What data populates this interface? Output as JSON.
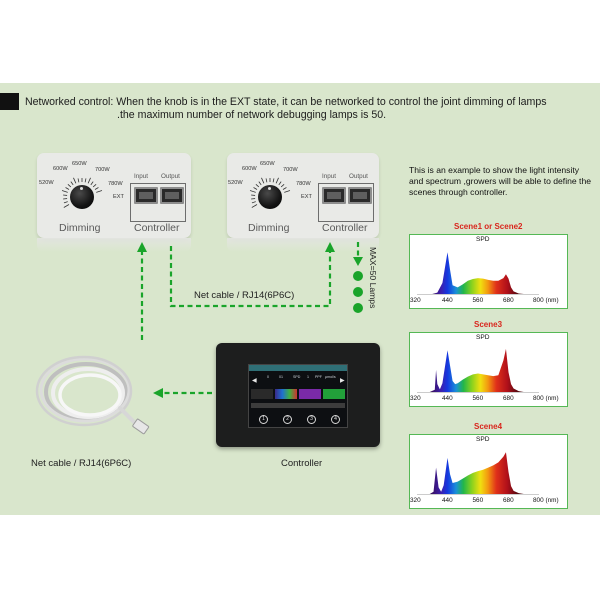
{
  "header": {
    "line1": "Networked control: When the knob is in the EXT state, it can be networked to control the joint dimming of lamps",
    "line2": ".the maximum number of network debugging lamps is 50."
  },
  "panel": {
    "ticks": [
      "520W",
      "600W",
      "650W",
      "700W",
      "780W",
      "EXT"
    ],
    "dimming": "Dimming",
    "input": "Input",
    "output": "Output",
    "controller": "Controller"
  },
  "cable_label_mid": "Net cable / RJ14(6P6C)",
  "max_lamps": "MAX=50 Lamps",
  "cable_caption": "Net cable / RJ14(6P6C)",
  "controller_caption": "Controller",
  "description": "This is an example to show the light intensity and spectrum ,growers will be able to define the scenes through controller.",
  "device_screen": {
    "top_left": "◀",
    "top_right": "▶",
    "tiny_labels": [
      "0",
      "01",
      "SPD",
      "1",
      "PPF",
      "μmol/s"
    ],
    "buttons": [
      "1",
      "2",
      "3",
      "4"
    ]
  },
  "colors": {
    "stage": "#d9e6cc",
    "dashed_green": "#1aa42a",
    "scene_title": "#d9251c",
    "box_border": "#55b855"
  },
  "chart_data": [
    {
      "type": "area",
      "title": "Scene1 or Scene2",
      "subtitle": "SPD",
      "xlim": [
        320,
        800
      ],
      "x_ticks": [
        "320",
        "440",
        "560",
        "680",
        "800 (nm)"
      ],
      "x": [
        320,
        380,
        400,
        420,
        440,
        450,
        460,
        480,
        500,
        520,
        540,
        560,
        580,
        600,
        620,
        640,
        660,
        670,
        680,
        690,
        700,
        720,
        740,
        800
      ],
      "y": [
        0,
        0,
        0.03,
        0.25,
        0.95,
        0.55,
        0.2,
        0.15,
        0.22,
        0.3,
        0.34,
        0.36,
        0.35,
        0.32,
        0.3,
        0.3,
        0.36,
        0.45,
        0.35,
        0.15,
        0.06,
        0.01,
        0,
        0
      ]
    },
    {
      "type": "area",
      "title": "Scene3",
      "subtitle": "SPD",
      "xlim": [
        320,
        800
      ],
      "x_ticks": [
        "320",
        "440",
        "560",
        "680",
        "800 (nm)"
      ],
      "x": [
        320,
        370,
        390,
        395,
        400,
        410,
        420,
        440,
        450,
        460,
        470,
        480,
        500,
        520,
        540,
        560,
        580,
        600,
        620,
        640,
        660,
        670,
        680,
        690,
        700,
        720,
        740,
        800
      ],
      "y": [
        0,
        0,
        0.05,
        0.5,
        0.18,
        0.06,
        0.2,
        0.95,
        0.6,
        0.25,
        0.18,
        0.2,
        0.28,
        0.35,
        0.4,
        0.42,
        0.4,
        0.38,
        0.36,
        0.38,
        0.72,
        0.98,
        0.45,
        0.18,
        0.08,
        0.02,
        0,
        0
      ]
    },
    {
      "type": "area",
      "title": "Scene4",
      "subtitle": "SPD",
      "xlim": [
        320,
        800
      ],
      "x_ticks": [
        "320",
        "440",
        "560",
        "680",
        "800 (nm)"
      ],
      "x": [
        320,
        370,
        385,
        395,
        405,
        415,
        425,
        440,
        450,
        460,
        480,
        500,
        520,
        540,
        560,
        580,
        600,
        620,
        640,
        660,
        670,
        680,
        690,
        700,
        720,
        740,
        800
      ],
      "y": [
        0,
        0,
        0.05,
        0.6,
        0.15,
        0.05,
        0.2,
        0.82,
        0.45,
        0.25,
        0.28,
        0.35,
        0.42,
        0.48,
        0.52,
        0.55,
        0.6,
        0.65,
        0.72,
        0.85,
        0.95,
        0.5,
        0.18,
        0.07,
        0.02,
        0,
        0
      ]
    }
  ]
}
